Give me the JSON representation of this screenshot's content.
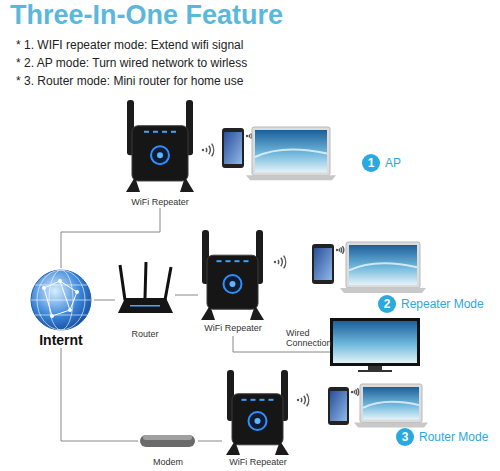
{
  "diagram": {
    "title": "Three-In-One Feature",
    "nodes": [
      {
        "text": [
          "WiFi Repeater"
        ]
      },
      {
        "text": [
          "1",
          "AP"
        ]
      },
      {
        "text": [
          "Internt"
        ]
      },
      {
        "text": [
          "Router"
        ]
      },
      {
        "text": [
          "WiFi Repeater"
        ]
      },
      {
        "text": [
          "2",
          "Repeater Mode"
        ]
      },
      {
        "text": [
          "Modem"
        ]
      },
      {
        "text": [
          "WiFi Repeater"
        ]
      },
      {
        "text": [
          "3",
          "Router Mode"
        ]
      }
    ],
    "edges": [
      {
        "from": 2,
        "to": 0,
        "arrow": "none"
      },
      {
        "from": 2,
        "to": 3,
        "arrow": "none"
      },
      {
        "from": 3,
        "to": 4,
        "arrow": "none"
      },
      {
        "from": 2,
        "to": 6,
        "arrow": "none"
      },
      {
        "from": 6,
        "to": 7,
        "arrow": "none"
      }
    ],
    "labels": [
      "* 1. WIFI repeater mode: Extend wifi signal",
      "* 2. AP mode: Turn wired network to wirless",
      "* 3. Router mode: Mini router for home use",
      "Wired Connection"
    ]
  }
}
